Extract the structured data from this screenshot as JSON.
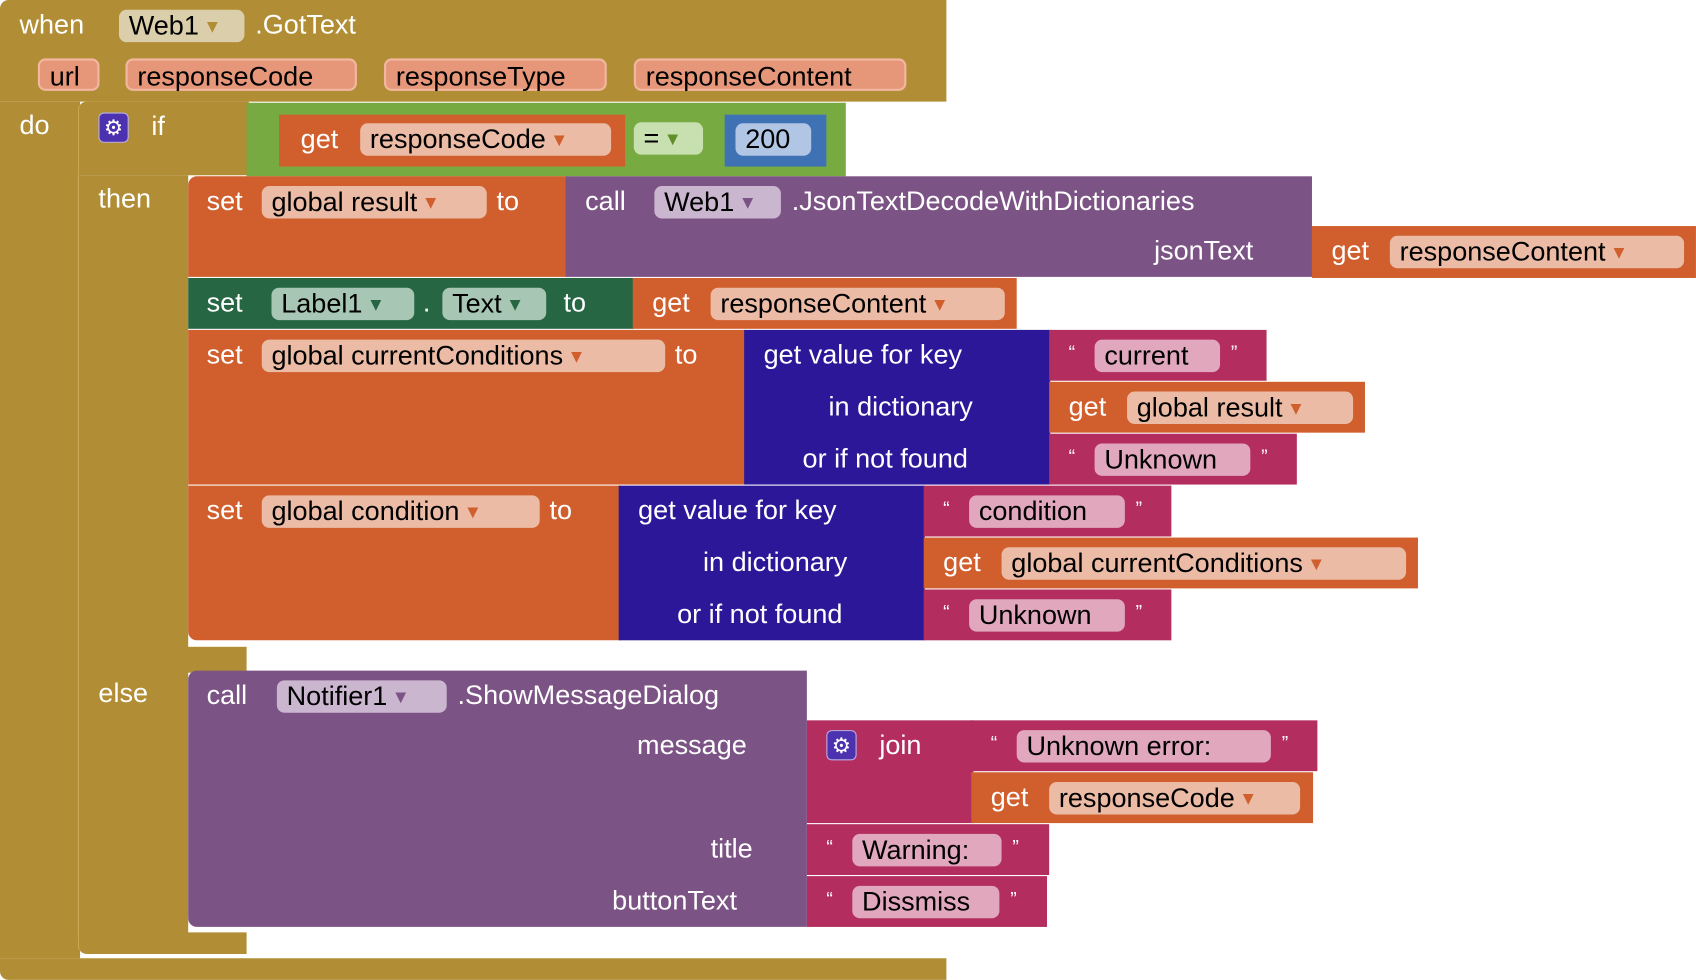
{
  "event": {
    "when_label": "when",
    "component": "Web1",
    "event_name": ".GotText",
    "params": [
      "url",
      "responseCode",
      "responseType",
      "responseContent"
    ],
    "do_label": "do"
  },
  "if_block": {
    "if_label": "if",
    "then_label": "then",
    "else_label": "else",
    "condition": {
      "get_label": "get",
      "var": "responseCode",
      "operator": "=",
      "value": "200"
    }
  },
  "then_stmts": {
    "s1": {
      "set_label": "set",
      "var": "global result",
      "to_label": "to",
      "call_label": "call",
      "component": "Web1",
      "method": ".JsonTextDecodeWithDictionaries",
      "arg_label": "jsonText",
      "arg_get_label": "get",
      "arg_var": "responseContent"
    },
    "s2": {
      "set_label": "set",
      "component": "Label1",
      "dot": ".",
      "property": "Text",
      "to_label": "to",
      "get_label": "get",
      "var": "responseContent"
    },
    "s3": {
      "set_label": "set",
      "var": "global currentConditions",
      "to_label": "to",
      "key_label": "get value for key",
      "dict_label": "in dictionary",
      "notfound_label": "or if not found",
      "key": "current",
      "dict_get_label": "get",
      "dict_var": "global result",
      "default": "Unknown"
    },
    "s4": {
      "set_label": "set",
      "var": "global condition",
      "to_label": "to",
      "key_label": "get value for key",
      "dict_label": "in dictionary",
      "notfound_label": "or if not found",
      "key": "condition",
      "dict_get_label": "get",
      "dict_var": "global currentConditions",
      "default": "Unknown"
    }
  },
  "else_stmt": {
    "call_label": "call",
    "component": "Notifier1",
    "method": ".ShowMessageDialog",
    "message_label": "message",
    "join_label": "join",
    "join_text": "Unknown error: ",
    "join_get_label": "get",
    "join_var": "responseCode",
    "title_label": "title",
    "title_value": "Warning: ",
    "button_label": "buttonText",
    "button_value": "Dissmiss"
  },
  "glyphs": {
    "open_quote": "“",
    "close_quote": "”",
    "dropdown": "▼",
    "gear": "⚙"
  }
}
